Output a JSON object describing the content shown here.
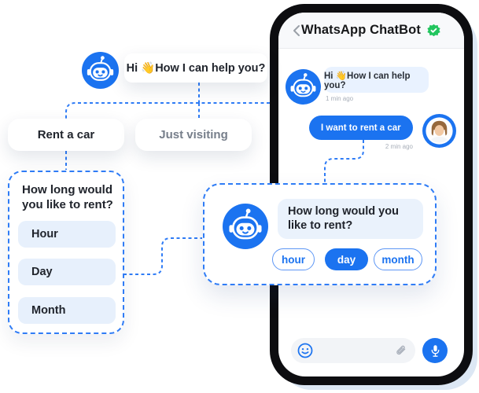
{
  "colors": {
    "accent": "#1B73F0",
    "connector": "#2F7CF6",
    "verified_green": "#22C55E",
    "light_blue_fill": "#E7F0FC"
  },
  "flow": {
    "bot_greeting": "Hi 👋How I can help you?",
    "branch_buttons": [
      {
        "label": "Rent a car"
      },
      {
        "label": "Just visiting"
      }
    ],
    "rent_card": {
      "title": "How long would you like to rent?",
      "options": [
        {
          "label": "Hour"
        },
        {
          "label": "Day"
        },
        {
          "label": "Month"
        }
      ]
    }
  },
  "popup": {
    "message": "How long would you like to rent?",
    "pills": [
      {
        "label": "hour",
        "active": false
      },
      {
        "label": "day",
        "active": true
      },
      {
        "label": "month",
        "active": false
      }
    ]
  },
  "phone": {
    "header": {
      "title": "WhatsApp ChatBot"
    },
    "messages": [
      {
        "sender": "bot",
        "text": "Hi 👋How I can help you?",
        "time": "1 min ago"
      },
      {
        "sender": "user",
        "text": "I want to rent a car",
        "time": "2 min ago"
      }
    ]
  }
}
